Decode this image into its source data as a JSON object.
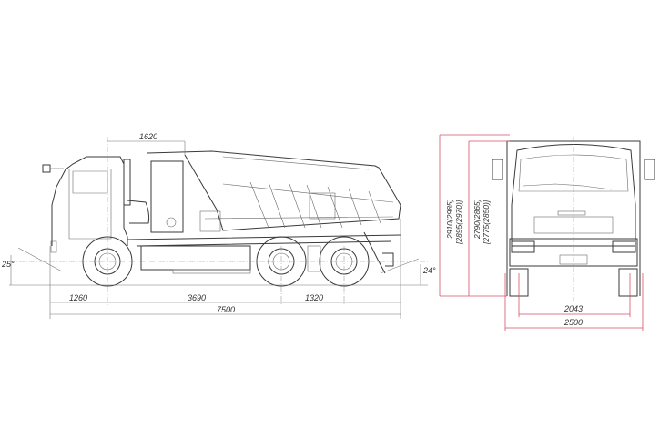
{
  "side_view": {
    "dimensions": {
      "cab_to_body": "1620",
      "front_overhang": "1260",
      "wheelbase_front": "3690",
      "wheelbase_rear": "1320",
      "overall_length": "7500",
      "approach_angle": "25°",
      "departure_angle": "24°"
    }
  },
  "front_view": {
    "dimensions": {
      "height_1": "2910(2985)",
      "height_2": "[2895(2970)]",
      "height_3": "2790(2865)",
      "height_4": "[2775(2850)]",
      "track_width": "2043",
      "overall_width": "2500"
    },
    "colors": {
      "dimension_line": "#d9506a"
    }
  }
}
